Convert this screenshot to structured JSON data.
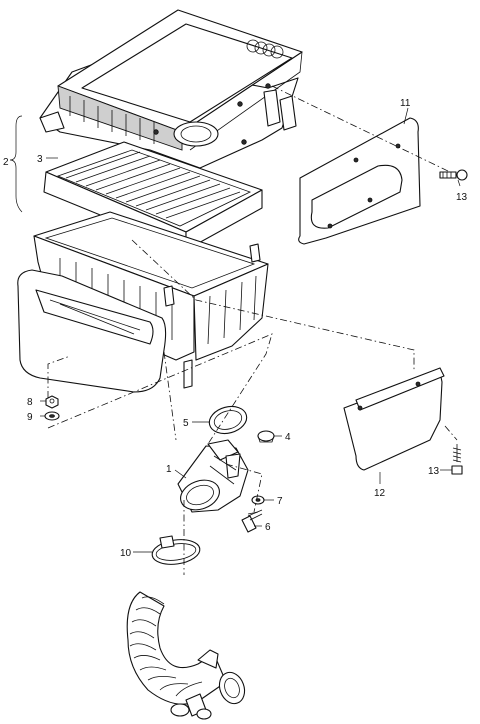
{
  "diagram": {
    "logo": "audi-four-rings",
    "callouts": [
      {
        "id": "c2",
        "text": "2"
      },
      {
        "id": "c3",
        "text": "3"
      },
      {
        "id": "c11",
        "text": "11"
      },
      {
        "id": "c13a",
        "text": "13"
      },
      {
        "id": "c8",
        "text": "8"
      },
      {
        "id": "c9",
        "text": "9"
      },
      {
        "id": "c5",
        "text": "5"
      },
      {
        "id": "c4",
        "text": "4"
      },
      {
        "id": "c1",
        "text": "1"
      },
      {
        "id": "c7",
        "text": "7"
      },
      {
        "id": "c6",
        "text": "6"
      },
      {
        "id": "c10",
        "text": "10"
      },
      {
        "id": "c12",
        "text": "12"
      },
      {
        "id": "c13b",
        "text": "13"
      }
    ]
  }
}
